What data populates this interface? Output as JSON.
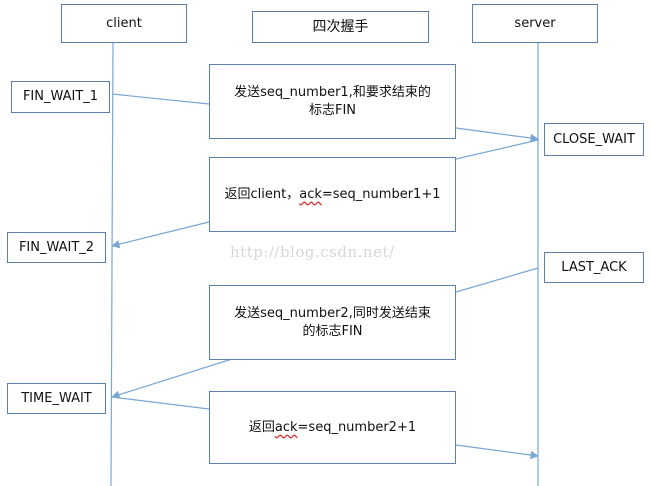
{
  "title": "四次握手",
  "lanes": {
    "client": "client",
    "server": "server"
  },
  "client_states": [
    "FIN_WAIT_1",
    "FIN_WAIT_2",
    "TIME_WAIT"
  ],
  "server_states": [
    "CLOSE_WAIT",
    "LAST_ACK"
  ],
  "messages": [
    {
      "line1": "发送seq_number1,和要求结束的",
      "line2": "标志FIN"
    },
    {
      "prefix": "返回client，",
      "underlined": "ack",
      "suffix": "=seq_number1+1"
    },
    {
      "line1": "发送seq_number2,同时发送结束",
      "line2": "的标志FIN"
    },
    {
      "prefix": "返回",
      "underlined": "ack",
      "suffix": "=seq_number2+1"
    }
  ],
  "watermark": "http://blog.csdn.net/",
  "colors": {
    "border": "#5b7fa8",
    "line": "#7aa7d4",
    "watermark": "#d7d7d7",
    "spell_underline": "#dd3333"
  }
}
